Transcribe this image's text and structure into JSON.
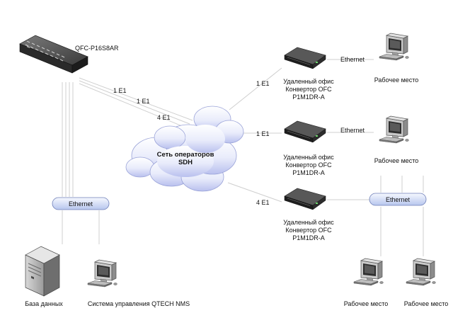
{
  "switch": {
    "label": "QFC-P16S8AR"
  },
  "cloud": {
    "line1": "Сеть операторов",
    "line2": "SDH"
  },
  "links": {
    "switch_cloud_1": "1 E1",
    "switch_cloud_2": "1 E1",
    "switch_cloud_3": "4 E1",
    "cloud_office_1": "1 E1",
    "cloud_office_2": "1 E1",
    "cloud_office_3": "4 E1",
    "office_1_ethernet": "Ethernet",
    "office_2_ethernet": "Ethernet"
  },
  "offices": [
    {
      "line1": "Удаленный офис",
      "line2": "Конвертор OFC",
      "line3": "P1M1DR-A"
    },
    {
      "line1": "Удаленный офис",
      "line2": "Конвертор OFC",
      "line3": "P1M1DR-A"
    },
    {
      "line1": "Удаленный офис",
      "line2": "Конвертор OFC",
      "line3": "P1M1DR-A"
    }
  ],
  "workstations": [
    "Рабочее место",
    "Рабочее место",
    "Рабочее место",
    "Рабочее место"
  ],
  "hub_left": {
    "label": "Ethernet"
  },
  "hub_right": {
    "label": "Ethernet"
  },
  "database": {
    "label": "База данных"
  },
  "nms": {
    "label": "Система управления QTECH NMS"
  }
}
